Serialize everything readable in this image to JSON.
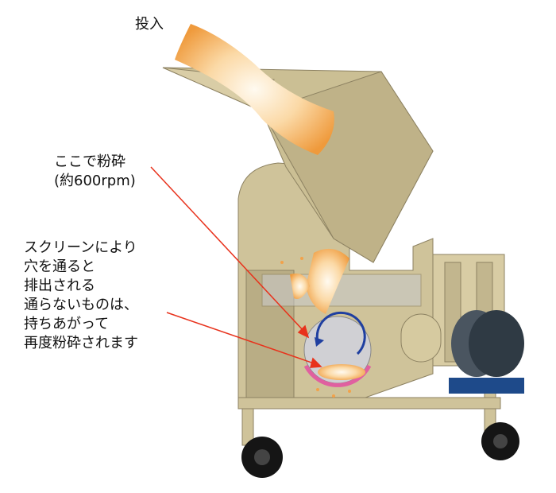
{
  "labels": {
    "input": "投入",
    "crush": [
      "ここで粉砕",
      "(約600rpm)"
    ],
    "screen": [
      "スクリーンにより",
      "穴を通ると",
      "排出される",
      "通らないものは、",
      "持ちあがって",
      "再度粉砕されます"
    ]
  },
  "colors": {
    "body": "#cfc39a",
    "body_dark": "#a99c72",
    "material": "#f2a24a",
    "arrow": "#e8321c",
    "rotation": "#1f3fa0",
    "screen": "#e060a0",
    "motor": "#2f3a44",
    "base": "#1e4a8a",
    "wheel": "#151515"
  }
}
